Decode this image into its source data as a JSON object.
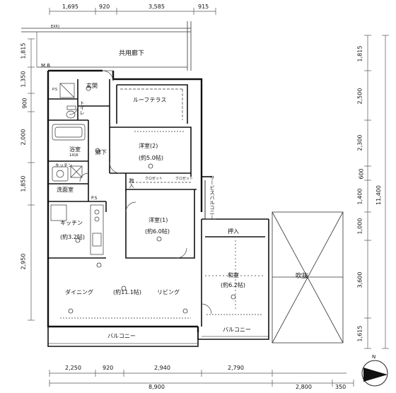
{
  "dimensions": {
    "top": [
      "1,695",
      "920",
      "3,585",
      "915"
    ],
    "bottom_row1": [
      "2,250",
      "920",
      "2,940",
      "2,790"
    ],
    "bottom_row2": [
      "8,900",
      "2,800",
      "350"
    ],
    "left": [
      "1,815",
      "1,350",
      "900",
      "2,000",
      "1,850",
      "2,950"
    ],
    "right": [
      "1,815",
      "2,500",
      "2,300",
      "600",
      "1,400",
      "1,000",
      "3,600",
      "1,615",
      "11,400"
    ]
  },
  "labels": {
    "exp": "EXP.J",
    "mb": "M.B",
    "corridor": "共用廊下",
    "entrance": "玄関",
    "roof_terrace": "ルーフテラス",
    "toilet": "トイレ",
    "bath": "浴室",
    "bath_size": "1416",
    "hallway": "廊下",
    "bedroom2": "洋室(2)",
    "bedroom2_size": "(約5.0帖)",
    "kitchen_top": "キッチン",
    "wash": "洗面室",
    "storage": "物入",
    "closet1": "クロゼット",
    "closet2": "クロゼット",
    "service_balcony": "サービスバルコニー",
    "bedroom1": "洋室(1)",
    "bedroom1_size": "(約6.0帖)",
    "kitchen": "キッチン",
    "kitchen_size": "(約3.2帖)",
    "oshiire": "押入",
    "washitsu": "和室",
    "washitsu_size": "(約6.2帖)",
    "fukinuke": "吹抜",
    "dining": "ダイニング",
    "ldk_size": "(約11.1帖)",
    "living": "リビング",
    "balcony1": "バルコニー",
    "balcony2": "バルコニー",
    "ps1": "P.S",
    "ps2": "P.S",
    "north": "N"
  }
}
